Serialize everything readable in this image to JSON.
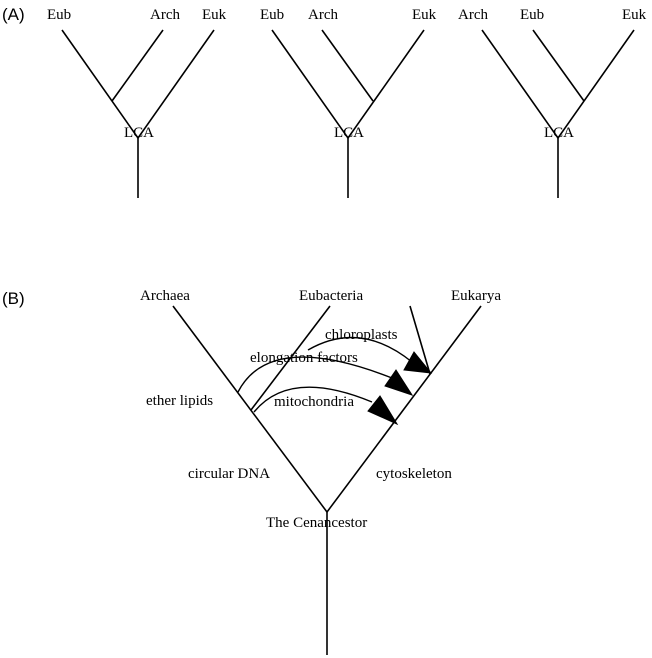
{
  "panel_a": {
    "label": "(A)",
    "trees": [
      {
        "taxa": [
          "Eub",
          "Arch",
          "Euk"
        ],
        "root_label": "LCA"
      },
      {
        "taxa": [
          "Eub",
          "Arch",
          "Euk"
        ],
        "root_label": "LCA"
      },
      {
        "taxa": [
          "Arch",
          "Eub",
          "Euk"
        ],
        "root_label": "LCA"
      }
    ]
  },
  "panel_b": {
    "label": "(B)",
    "taxa": [
      "Archaea",
      "Eubacteria",
      "Eukarya"
    ],
    "root_label": "The Cenancestor",
    "annotations": {
      "ether_lipids": "ether lipids",
      "circular_dna": "circular DNA",
      "cytoskeleton": "cytoskeleton"
    },
    "transfers": [
      {
        "label": "chloroplasts"
      },
      {
        "label": "elongation factors"
      },
      {
        "label": "mitochondria"
      }
    ]
  },
  "colors": {
    "line": "#000000",
    "background": "#ffffff"
  }
}
